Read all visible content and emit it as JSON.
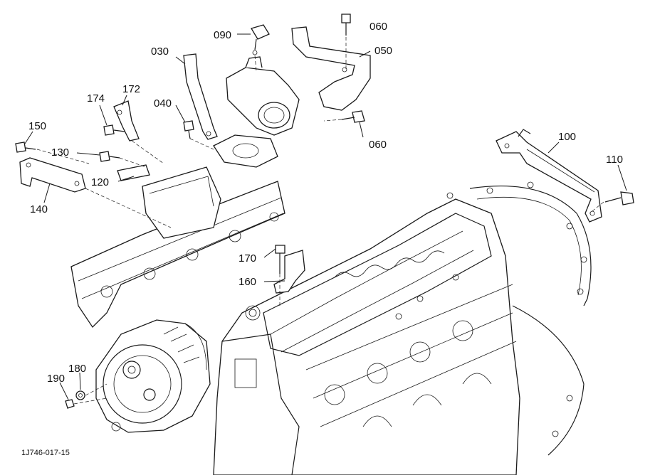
{
  "diagram": {
    "drawing_code": "1J746-017-15",
    "callouts": [
      "090",
      "060",
      "050",
      "030",
      "172",
      "174",
      "040",
      "150",
      "130",
      "120",
      "140",
      "060",
      "100",
      "110",
      "170",
      "160",
      "180",
      "190"
    ]
  }
}
